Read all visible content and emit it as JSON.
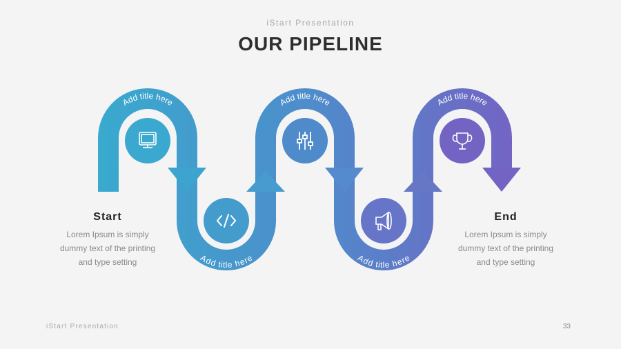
{
  "header": {
    "subtitle": "iStart Presentation",
    "title": "OUR PIPELINE"
  },
  "steps": [
    {
      "label": "Add title here",
      "icon": "monitor-icon"
    },
    {
      "label": "Add title here",
      "icon": "code-icon"
    },
    {
      "label": "Add title here",
      "icon": "sliders-icon"
    },
    {
      "label": "Add title here",
      "icon": "megaphone-icon"
    },
    {
      "label": "Add title here",
      "icon": "trophy-icon"
    }
  ],
  "start": {
    "heading": "Start",
    "lines": [
      "Lorem Ipsum is simply",
      "dummy text of the printing",
      "and type setting"
    ]
  },
  "end": {
    "heading": "End",
    "lines": [
      "Lorem Ipsum is simply",
      "dummy text of the printing",
      "and type setting"
    ]
  },
  "footer": {
    "text": "iStart Presentation",
    "page": "33"
  },
  "colors": {
    "start": "#3aa9cf",
    "mid": "#4f8bcb",
    "end": "#7463c3"
  }
}
